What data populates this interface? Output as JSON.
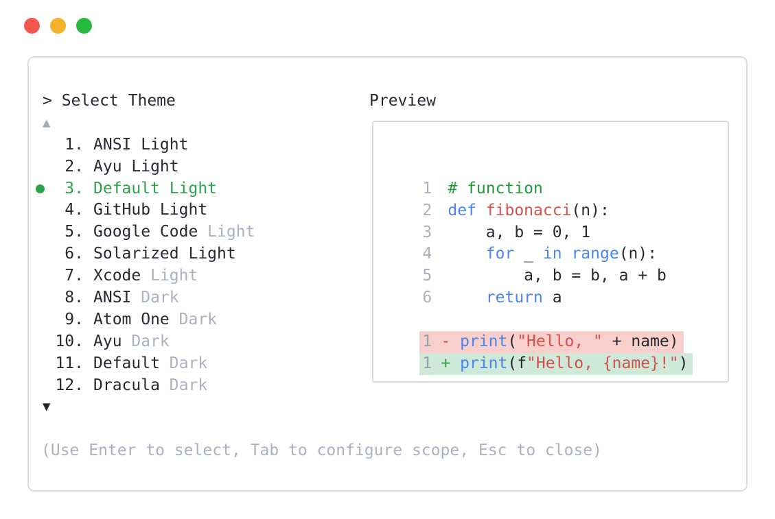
{
  "window": {
    "traffic_lights": [
      {
        "name": "close",
        "color": "#f4574f"
      },
      {
        "name": "minimize",
        "color": "#f2b32a"
      },
      {
        "name": "maximize",
        "color": "#28b940"
      }
    ]
  },
  "prompt": {
    "title": "> Select Theme"
  },
  "theme_list": {
    "scroll_up_icon": "▲",
    "scroll_down_icon": "▼",
    "selected_number": "3.",
    "items": [
      {
        "number": "1.",
        "name": "ANSI Light",
        "dim": "",
        "selected": false
      },
      {
        "number": "2.",
        "name": "Ayu Light",
        "dim": "",
        "selected": false
      },
      {
        "number": "3.",
        "name": "Default Light",
        "dim": "",
        "selected": true
      },
      {
        "number": "4.",
        "name": "GitHub Light",
        "dim": "",
        "selected": false
      },
      {
        "number": "5.",
        "name": "Google Code",
        "dim": " Light",
        "selected": false
      },
      {
        "number": "6.",
        "name": "Solarized Light",
        "dim": "",
        "selected": false
      },
      {
        "number": "7.",
        "name": "Xcode",
        "dim": " Light",
        "selected": false
      },
      {
        "number": "8.",
        "name": "ANSI",
        "dim": " Dark",
        "selected": false
      },
      {
        "number": "9.",
        "name": "Atom One",
        "dim": " Dark",
        "selected": false
      },
      {
        "number": "10.",
        "name": "Ayu",
        "dim": " Dark",
        "selected": false
      },
      {
        "number": "11.",
        "name": "Default",
        "dim": " Dark",
        "selected": false
      },
      {
        "number": "12.",
        "name": "Dracula",
        "dim": " Dark",
        "selected": false
      }
    ]
  },
  "preview": {
    "label": "Preview",
    "lines": [
      {
        "ln": "1",
        "type": "code",
        "tokens": [
          {
            "c": "com",
            "t": "# function"
          }
        ]
      },
      {
        "ln": "2",
        "type": "code",
        "tokens": [
          {
            "c": "kw",
            "t": "def"
          },
          {
            "c": "plain",
            "t": " "
          },
          {
            "c": "fn",
            "t": "fibonacci"
          },
          {
            "c": "plain",
            "t": "(n):"
          }
        ]
      },
      {
        "ln": "3",
        "type": "code",
        "tokens": [
          {
            "c": "plain",
            "t": "    a, b = 0, 1"
          }
        ]
      },
      {
        "ln": "4",
        "type": "code",
        "tokens": [
          {
            "c": "plain",
            "t": "    "
          },
          {
            "c": "kw",
            "t": "for"
          },
          {
            "c": "plain",
            "t": " _ "
          },
          {
            "c": "kw",
            "t": "in"
          },
          {
            "c": "plain",
            "t": " "
          },
          {
            "c": "kw",
            "t": "range"
          },
          {
            "c": "plain",
            "t": "(n):"
          }
        ]
      },
      {
        "ln": "5",
        "type": "code",
        "tokens": [
          {
            "c": "plain",
            "t": "        a, b = b, a + b"
          }
        ]
      },
      {
        "ln": "6",
        "type": "code",
        "tokens": [
          {
            "c": "plain",
            "t": "    "
          },
          {
            "c": "kw",
            "t": "return"
          },
          {
            "c": "plain",
            "t": " a"
          }
        ]
      },
      {
        "ln": "",
        "type": "blank",
        "tokens": []
      },
      {
        "ln": "1",
        "type": "removed",
        "tokens": [
          {
            "c": "minus",
            "t": "- "
          },
          {
            "c": "kw",
            "t": "print"
          },
          {
            "c": "plain",
            "t": "("
          },
          {
            "c": "str",
            "t": "\"Hello, \""
          },
          {
            "c": "plain",
            "t": " + name)"
          }
        ]
      },
      {
        "ln": "1",
        "type": "added",
        "tokens": [
          {
            "c": "plus",
            "t": "+ "
          },
          {
            "c": "kw",
            "t": "print"
          },
          {
            "c": "plain",
            "t": "(f"
          },
          {
            "c": "str",
            "t": "\"Hello, {name}!\""
          },
          {
            "c": "plain",
            "t": ")"
          }
        ]
      }
    ]
  },
  "footer": {
    "hint": "(Use Enter to select, Tab to configure scope, Esc to close)"
  },
  "colors": {
    "text": "#262b33",
    "dim": "#a9b2c0",
    "selected_green": "#2ca24c",
    "comment": "#229a3c",
    "keyword": "#4b85ee",
    "string_red": "#d4514d",
    "line_number": "#a9b2c0",
    "diff_removed_bg": "#f9cfcb",
    "diff_added_bg": "#cfe9d8",
    "minus": "#cf4a42",
    "plus": "#2f9e44",
    "border": "#d9dde3"
  }
}
